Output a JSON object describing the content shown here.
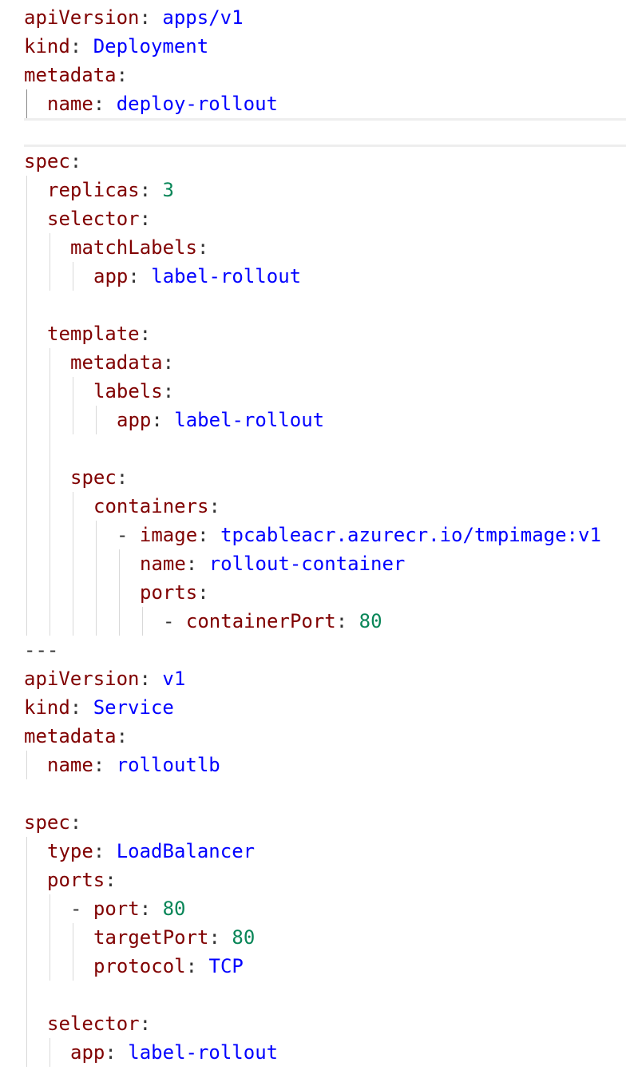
{
  "editor": {
    "lines": [
      {
        "indent": 0,
        "guides": [],
        "tokens": [
          {
            "t": "k",
            "v": "apiVersion"
          },
          {
            "t": "p",
            "v": ": "
          },
          {
            "t": "s",
            "v": "apps/v1"
          }
        ]
      },
      {
        "indent": 0,
        "guides": [],
        "tokens": [
          {
            "t": "k",
            "v": "kind"
          },
          {
            "t": "p",
            "v": ": "
          },
          {
            "t": "s",
            "v": "Deployment"
          }
        ]
      },
      {
        "indent": 0,
        "guides": [],
        "tokens": [
          {
            "t": "k",
            "v": "metadata"
          },
          {
            "t": "p",
            "v": ":"
          }
        ]
      },
      {
        "indent": 1,
        "guides": [
          {
            "lvl": 0,
            "active": true
          }
        ],
        "tokens": [
          {
            "t": "k",
            "v": "name"
          },
          {
            "t": "p",
            "v": ": "
          },
          {
            "t": "s",
            "v": "deploy-rollout"
          }
        ]
      },
      {
        "indent": 0,
        "guides": [],
        "current": true,
        "tokens": []
      },
      {
        "indent": 0,
        "guides": [],
        "tokens": [
          {
            "t": "k",
            "v": "spec"
          },
          {
            "t": "p",
            "v": ":"
          }
        ]
      },
      {
        "indent": 1,
        "guides": [
          {
            "lvl": 0
          }
        ],
        "tokens": [
          {
            "t": "k",
            "v": "replicas"
          },
          {
            "t": "p",
            "v": ": "
          },
          {
            "t": "n",
            "v": "3"
          }
        ]
      },
      {
        "indent": 1,
        "guides": [
          {
            "lvl": 0
          }
        ],
        "tokens": [
          {
            "t": "k",
            "v": "selector"
          },
          {
            "t": "p",
            "v": ":"
          }
        ]
      },
      {
        "indent": 2,
        "guides": [
          {
            "lvl": 0
          },
          {
            "lvl": 1
          }
        ],
        "tokens": [
          {
            "t": "k",
            "v": "matchLabels"
          },
          {
            "t": "p",
            "v": ":"
          }
        ]
      },
      {
        "indent": 3,
        "guides": [
          {
            "lvl": 0
          },
          {
            "lvl": 1
          },
          {
            "lvl": 2
          }
        ],
        "tokens": [
          {
            "t": "k",
            "v": "app"
          },
          {
            "t": "p",
            "v": ": "
          },
          {
            "t": "s",
            "v": "label-rollout"
          }
        ]
      },
      {
        "indent": 0,
        "guides": [
          {
            "lvl": 0
          }
        ],
        "tokens": []
      },
      {
        "indent": 1,
        "guides": [
          {
            "lvl": 0
          }
        ],
        "tokens": [
          {
            "t": "k",
            "v": "template"
          },
          {
            "t": "p",
            "v": ":"
          }
        ]
      },
      {
        "indent": 2,
        "guides": [
          {
            "lvl": 0
          },
          {
            "lvl": 1
          }
        ],
        "tokens": [
          {
            "t": "k",
            "v": "metadata"
          },
          {
            "t": "p",
            "v": ":"
          }
        ]
      },
      {
        "indent": 3,
        "guides": [
          {
            "lvl": 0
          },
          {
            "lvl": 1
          },
          {
            "lvl": 2
          }
        ],
        "tokens": [
          {
            "t": "k",
            "v": "labels"
          },
          {
            "t": "p",
            "v": ":"
          }
        ]
      },
      {
        "indent": 4,
        "guides": [
          {
            "lvl": 0
          },
          {
            "lvl": 1
          },
          {
            "lvl": 2
          },
          {
            "lvl": 3
          }
        ],
        "tokens": [
          {
            "t": "k",
            "v": "app"
          },
          {
            "t": "p",
            "v": ": "
          },
          {
            "t": "s",
            "v": "label-rollout"
          }
        ]
      },
      {
        "indent": 0,
        "guides": [
          {
            "lvl": 0
          },
          {
            "lvl": 1
          }
        ],
        "tokens": []
      },
      {
        "indent": 2,
        "guides": [
          {
            "lvl": 0
          },
          {
            "lvl": 1
          }
        ],
        "tokens": [
          {
            "t": "k",
            "v": "spec"
          },
          {
            "t": "p",
            "v": ":"
          }
        ]
      },
      {
        "indent": 3,
        "guides": [
          {
            "lvl": 0
          },
          {
            "lvl": 1
          },
          {
            "lvl": 2
          }
        ],
        "tokens": [
          {
            "t": "k",
            "v": "containers"
          },
          {
            "t": "p",
            "v": ":"
          }
        ]
      },
      {
        "indent": 4,
        "guides": [
          {
            "lvl": 0
          },
          {
            "lvl": 1
          },
          {
            "lvl": 2
          },
          {
            "lvl": 3
          }
        ],
        "tokens": [
          {
            "t": "d",
            "v": "- "
          },
          {
            "t": "k",
            "v": "image"
          },
          {
            "t": "p",
            "v": ": "
          },
          {
            "t": "s",
            "v": "tpcableacr.azurecr.io/tmpimage:v1"
          }
        ]
      },
      {
        "indent": 5,
        "guides": [
          {
            "lvl": 0
          },
          {
            "lvl": 1
          },
          {
            "lvl": 2
          },
          {
            "lvl": 3
          },
          {
            "lvl": 4
          }
        ],
        "tokens": [
          {
            "t": "k",
            "v": "name"
          },
          {
            "t": "p",
            "v": ": "
          },
          {
            "t": "s",
            "v": "rollout-container"
          }
        ]
      },
      {
        "indent": 5,
        "guides": [
          {
            "lvl": 0
          },
          {
            "lvl": 1
          },
          {
            "lvl": 2
          },
          {
            "lvl": 3
          },
          {
            "lvl": 4
          }
        ],
        "tokens": [
          {
            "t": "k",
            "v": "ports"
          },
          {
            "t": "p",
            "v": ":"
          }
        ]
      },
      {
        "indent": 6,
        "guides": [
          {
            "lvl": 0
          },
          {
            "lvl": 1
          },
          {
            "lvl": 2
          },
          {
            "lvl": 3
          },
          {
            "lvl": 4
          },
          {
            "lvl": 5
          }
        ],
        "tokens": [
          {
            "t": "d",
            "v": "- "
          },
          {
            "t": "k",
            "v": "containerPort"
          },
          {
            "t": "p",
            "v": ": "
          },
          {
            "t": "n",
            "v": "80"
          }
        ]
      },
      {
        "indent": 0,
        "guides": [],
        "tokens": [
          {
            "t": "d",
            "v": "---"
          }
        ]
      },
      {
        "indent": 0,
        "guides": [],
        "tokens": [
          {
            "t": "k",
            "v": "apiVersion"
          },
          {
            "t": "p",
            "v": ": "
          },
          {
            "t": "s",
            "v": "v1"
          }
        ]
      },
      {
        "indent": 0,
        "guides": [],
        "tokens": [
          {
            "t": "k",
            "v": "kind"
          },
          {
            "t": "p",
            "v": ": "
          },
          {
            "t": "s",
            "v": "Service"
          }
        ]
      },
      {
        "indent": 0,
        "guides": [],
        "tokens": [
          {
            "t": "k",
            "v": "metadata"
          },
          {
            "t": "p",
            "v": ":"
          }
        ]
      },
      {
        "indent": 1,
        "guides": [
          {
            "lvl": 0
          }
        ],
        "tokens": [
          {
            "t": "k",
            "v": "name"
          },
          {
            "t": "p",
            "v": ": "
          },
          {
            "t": "s",
            "v": "rolloutlb"
          }
        ]
      },
      {
        "indent": 0,
        "guides": [],
        "tokens": []
      },
      {
        "indent": 0,
        "guides": [],
        "tokens": [
          {
            "t": "k",
            "v": "spec"
          },
          {
            "t": "p",
            "v": ":"
          }
        ]
      },
      {
        "indent": 1,
        "guides": [
          {
            "lvl": 0
          }
        ],
        "tokens": [
          {
            "t": "k",
            "v": "type"
          },
          {
            "t": "p",
            "v": ": "
          },
          {
            "t": "s",
            "v": "LoadBalancer"
          }
        ]
      },
      {
        "indent": 1,
        "guides": [
          {
            "lvl": 0
          }
        ],
        "tokens": [
          {
            "t": "k",
            "v": "ports"
          },
          {
            "t": "p",
            "v": ":"
          }
        ]
      },
      {
        "indent": 2,
        "guides": [
          {
            "lvl": 0
          },
          {
            "lvl": 1
          }
        ],
        "tokens": [
          {
            "t": "d",
            "v": "- "
          },
          {
            "t": "k",
            "v": "port"
          },
          {
            "t": "p",
            "v": ": "
          },
          {
            "t": "n",
            "v": "80"
          }
        ]
      },
      {
        "indent": 3,
        "guides": [
          {
            "lvl": 0
          },
          {
            "lvl": 1
          },
          {
            "lvl": 2
          }
        ],
        "tokens": [
          {
            "t": "k",
            "v": "targetPort"
          },
          {
            "t": "p",
            "v": ": "
          },
          {
            "t": "n",
            "v": "80"
          }
        ]
      },
      {
        "indent": 3,
        "guides": [
          {
            "lvl": 0
          },
          {
            "lvl": 1
          },
          {
            "lvl": 2
          }
        ],
        "tokens": [
          {
            "t": "k",
            "v": "protocol"
          },
          {
            "t": "p",
            "v": ": "
          },
          {
            "t": "s",
            "v": "TCP"
          }
        ]
      },
      {
        "indent": 0,
        "guides": [
          {
            "lvl": 0
          }
        ],
        "tokens": []
      },
      {
        "indent": 1,
        "guides": [
          {
            "lvl": 0
          }
        ],
        "tokens": [
          {
            "t": "k",
            "v": "selector"
          },
          {
            "t": "p",
            "v": ":"
          }
        ]
      },
      {
        "indent": 2,
        "guides": [
          {
            "lvl": 0
          },
          {
            "lvl": 1
          }
        ],
        "tokens": [
          {
            "t": "k",
            "v": "app"
          },
          {
            "t": "p",
            "v": ": "
          },
          {
            "t": "s",
            "v": "label-rollout"
          }
        ]
      }
    ]
  },
  "colors": {
    "key": "#800000",
    "string": "#0000ff",
    "number": "#098658",
    "punctuation": "#333333",
    "indent_guide": "#d9d9d9",
    "active_indent_guide": "#8a8a8a",
    "current_line_border": "#eeeeee"
  }
}
